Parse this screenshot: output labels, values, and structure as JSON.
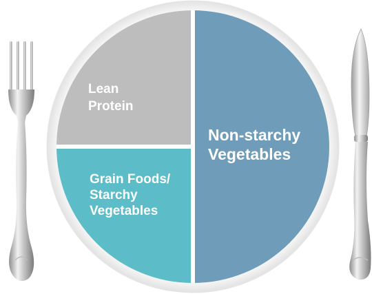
{
  "plate": {
    "sections": [
      {
        "id": "vegetables",
        "lines": [
          "Non-starchy",
          "Vegetables"
        ],
        "portion": 0.5,
        "color": "#6f9cb8"
      },
      {
        "id": "protein",
        "lines": [
          "Lean",
          "Protein"
        ],
        "portion": 0.25,
        "color": "#bdbdbd"
      },
      {
        "id": "grains",
        "lines": [
          "Grain Foods/",
          "Starchy",
          "Vegetables"
        ],
        "portion": 0.25,
        "color": "#5cbcc8"
      }
    ],
    "rim_color": "#f7f7f7",
    "divider_color": "#ffffff"
  },
  "utensils": {
    "left": "fork-icon",
    "right": "knife-icon"
  }
}
